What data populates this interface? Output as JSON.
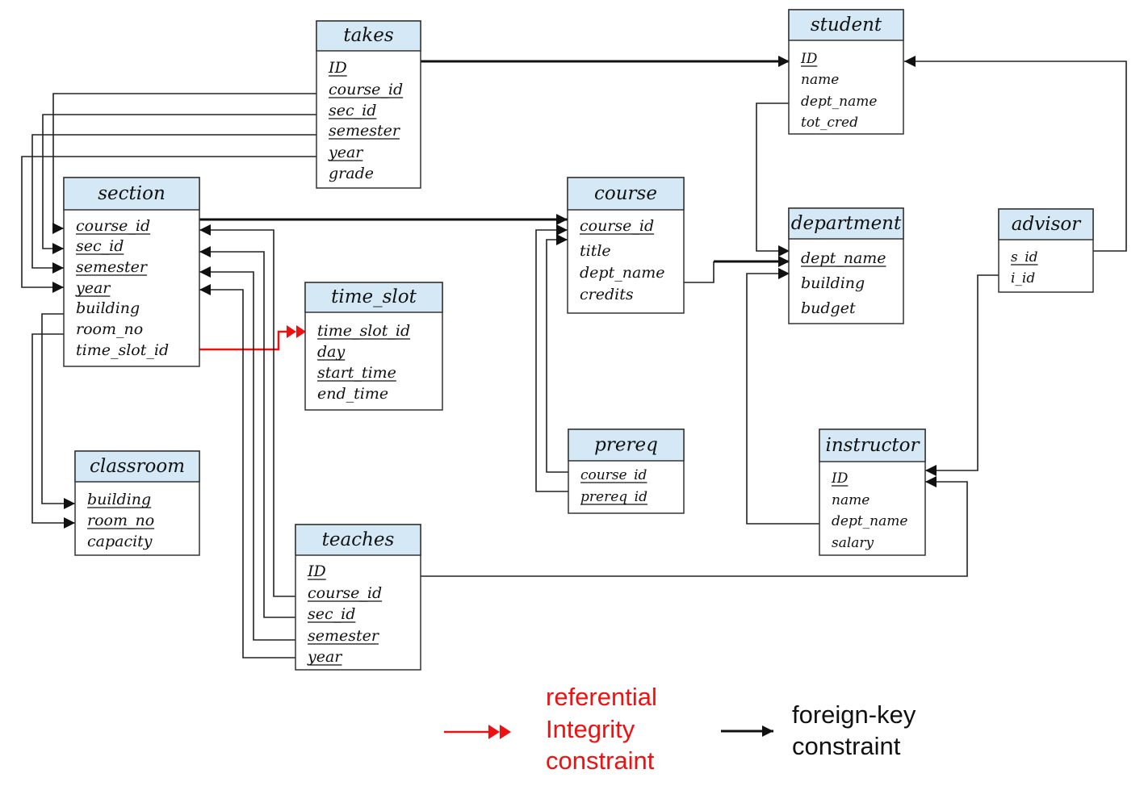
{
  "colors": {
    "table_header": "#d4e8f5",
    "foreign_key_line": "#222222",
    "referential_integrity_line": "#ee1111"
  },
  "tables": {
    "takes": {
      "name": "takes",
      "attributes": [
        {
          "name": "ID",
          "key": true
        },
        {
          "name": "course_id",
          "key": true
        },
        {
          "name": "sec_id",
          "key": true
        },
        {
          "name": "semester",
          "key": true
        },
        {
          "name": "year",
          "key": true
        },
        {
          "name": "grade",
          "key": false
        }
      ]
    },
    "student": {
      "name": "student",
      "attributes": [
        {
          "name": "ID",
          "key": true
        },
        {
          "name": "name",
          "key": false
        },
        {
          "name": "dept_name",
          "key": false
        },
        {
          "name": "tot_cred",
          "key": false
        }
      ]
    },
    "section": {
      "name": "section",
      "attributes": [
        {
          "name": "course_id",
          "key": true
        },
        {
          "name": "sec_id",
          "key": true
        },
        {
          "name": "semester",
          "key": true
        },
        {
          "name": "year",
          "key": true
        },
        {
          "name": "building",
          "key": false
        },
        {
          "name": "room_no",
          "key": false
        },
        {
          "name": "time_slot_id",
          "key": false
        }
      ]
    },
    "time_slot": {
      "name": "time_slot",
      "attributes": [
        {
          "name": "time_slot_id",
          "key": true
        },
        {
          "name": "day",
          "key": true
        },
        {
          "name": "start_time",
          "key": true
        },
        {
          "name": "end_time",
          "key": false
        }
      ]
    },
    "course": {
      "name": "course",
      "attributes": [
        {
          "name": "course_id",
          "key": true
        },
        {
          "name": "title",
          "key": false
        },
        {
          "name": "dept_name",
          "key": false
        },
        {
          "name": "credits",
          "key": false
        }
      ]
    },
    "department": {
      "name": "department",
      "attributes": [
        {
          "name": "dept_name",
          "key": true
        },
        {
          "name": "building",
          "key": false
        },
        {
          "name": "budget",
          "key": false
        }
      ]
    },
    "advisor": {
      "name": "advisor",
      "attributes": [
        {
          "name": "s_id",
          "key": true
        },
        {
          "name": "i_id",
          "key": false
        }
      ]
    },
    "prereq": {
      "name": "prereq",
      "attributes": [
        {
          "name": "course_id",
          "key": true
        },
        {
          "name": "prereq_id",
          "key": true
        }
      ]
    },
    "instructor": {
      "name": "instructor",
      "attributes": [
        {
          "name": "ID",
          "key": true
        },
        {
          "name": "name",
          "key": false
        },
        {
          "name": "dept_name",
          "key": false
        },
        {
          "name": "salary",
          "key": false
        }
      ]
    },
    "classroom": {
      "name": "classroom",
      "attributes": [
        {
          "name": "building",
          "key": true
        },
        {
          "name": "room_no",
          "key": true
        },
        {
          "name": "capacity",
          "key": false
        }
      ]
    },
    "teaches": {
      "name": "teaches",
      "attributes": [
        {
          "name": "ID",
          "key": true
        },
        {
          "name": "course_id",
          "key": true
        },
        {
          "name": "sec_id",
          "key": true
        },
        {
          "name": "semester",
          "key": true
        },
        {
          "name": "year",
          "key": true
        }
      ]
    }
  },
  "relationships": [
    {
      "from": "takes.ID",
      "to": "student.ID",
      "type": "foreign-key"
    },
    {
      "from": "takes.course_id",
      "to": "section.course_id",
      "type": "foreign-key"
    },
    {
      "from": "takes.sec_id",
      "to": "section.sec_id",
      "type": "foreign-key"
    },
    {
      "from": "takes.semester",
      "to": "section.semester",
      "type": "foreign-key"
    },
    {
      "from": "takes.year",
      "to": "section.year",
      "type": "foreign-key"
    },
    {
      "from": "section.course_id",
      "to": "course.course_id",
      "type": "foreign-key"
    },
    {
      "from": "section.building",
      "to": "classroom.building",
      "type": "foreign-key"
    },
    {
      "from": "section.room_no",
      "to": "classroom.room_no",
      "type": "foreign-key"
    },
    {
      "from": "section.time_slot_id",
      "to": "time_slot.time_slot_id",
      "type": "referential-integrity"
    },
    {
      "from": "teaches.course_id",
      "to": "section.course_id",
      "type": "foreign-key"
    },
    {
      "from": "teaches.sec_id",
      "to": "section.sec_id",
      "type": "foreign-key"
    },
    {
      "from": "teaches.semester",
      "to": "section.semester",
      "type": "foreign-key"
    },
    {
      "from": "teaches.year",
      "to": "section.year",
      "type": "foreign-key"
    },
    {
      "from": "teaches.ID",
      "to": "instructor.ID",
      "type": "foreign-key"
    },
    {
      "from": "prereq.course_id",
      "to": "course.course_id",
      "type": "foreign-key"
    },
    {
      "from": "prereq.prereq_id",
      "to": "course.course_id",
      "type": "foreign-key"
    },
    {
      "from": "course.dept_name",
      "to": "department.dept_name",
      "type": "foreign-key"
    },
    {
      "from": "student.dept_name",
      "to": "department.dept_name",
      "type": "foreign-key"
    },
    {
      "from": "instructor.dept_name",
      "to": "department.dept_name",
      "type": "foreign-key"
    },
    {
      "from": "advisor.s_id",
      "to": "student.ID",
      "type": "foreign-key"
    },
    {
      "from": "advisor.i_id",
      "to": "instructor.ID",
      "type": "foreign-key"
    }
  ],
  "legend": {
    "referential": {
      "lines": [
        "referential",
        "Integrity",
        "constraint"
      ]
    },
    "foreign_key": {
      "lines": [
        "foreign-key",
        "constraint"
      ]
    }
  }
}
